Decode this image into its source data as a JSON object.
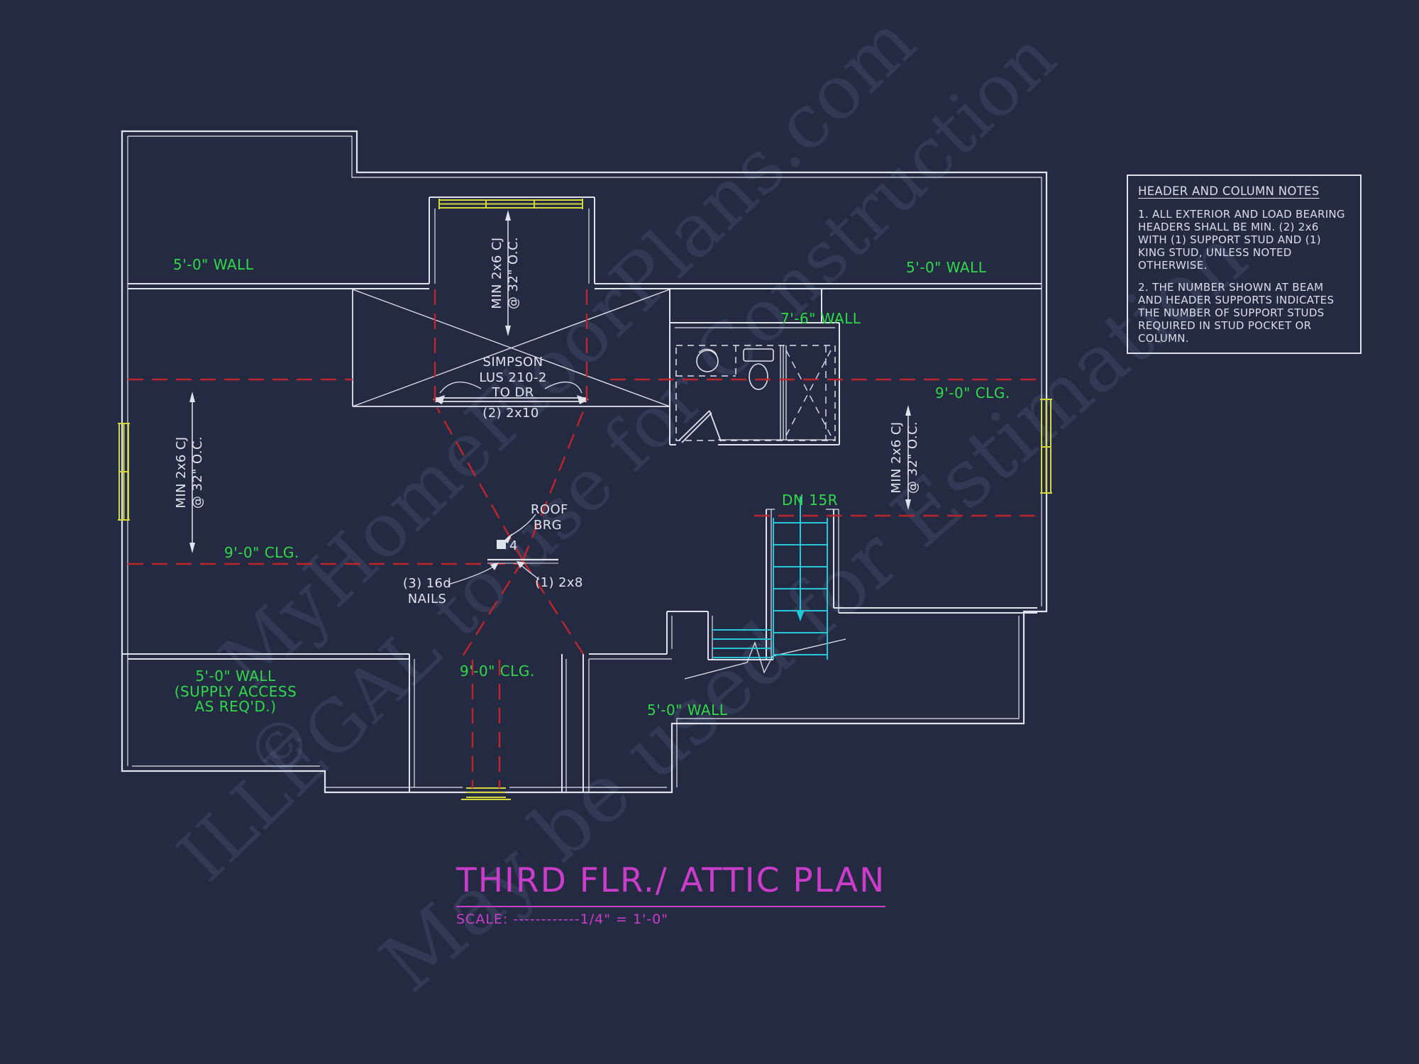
{
  "page": {
    "background": "#232a42"
  },
  "colors": {
    "line_white": "#dfe3ec",
    "label_green": "#31d948",
    "dash_red": "#c0242c",
    "stair_cyan": "#25c6d8",
    "window_yellow": "#d2d839",
    "title_magenta": "#cb3ccb",
    "watermark": "#96a2d4"
  },
  "watermark": {
    "line1": "MyHomeFloorPlans.com",
    "line2": "ILLEGAL to use for Construction",
    "line3": "May be used for Estimation",
    "copyright": "©"
  },
  "notes": {
    "title": "HEADER AND COLUMN NOTES",
    "items": [
      "1. ALL EXTERIOR AND LOAD BEARING HEADERS SHALL BE MIN. (2) 2x6 WITH (1) SUPPORT STUD AND (1) KING STUD, UNLESS NOTED OTHERWISE.",
      "2. THE NUMBER SHOWN AT BEAM AND HEADER SUPPORTS INDICATES THE NUMBER OF SUPPORT STUDS REQUIRED IN STUD POCKET OR COLUMN."
    ]
  },
  "title_block": {
    "title": "THIRD FLR./ ATTIC PLAN",
    "scale": "SCALE: ------------1/4\" = 1'-0\""
  },
  "plan": {
    "wall_label_top_left": "5'-0\" WALL",
    "wall_label_top_right": "5'-0\" WALL",
    "wall_label_bath": "7'-6\" WALL",
    "wall_label_bottom": "5'-0\" WALL",
    "supply": [
      "5'-0\" WALL",
      "(SUPPLY ACCESS",
      "AS REQ'D.)"
    ],
    "clg_left": "9'-0\" CLG.",
    "clg_right": "9'-0\" CLG.",
    "clg_bottom": "9'-0\" CLG.",
    "cj_l1": "MIN 2x6 CJ",
    "cj_l2": "@ 32\" O.C.",
    "stair_label": "DN 15R",
    "simpson": [
      "SIMPSON",
      "LUS 210-2",
      "TO DR"
    ],
    "beam_label": "(2) 2x10",
    "roof_brg": [
      "ROOF",
      "BRG"
    ],
    "stud_count": "4",
    "nails": [
      "(3) 16d",
      "NAILS"
    ],
    "rafter_label": "(1) 2x8"
  }
}
